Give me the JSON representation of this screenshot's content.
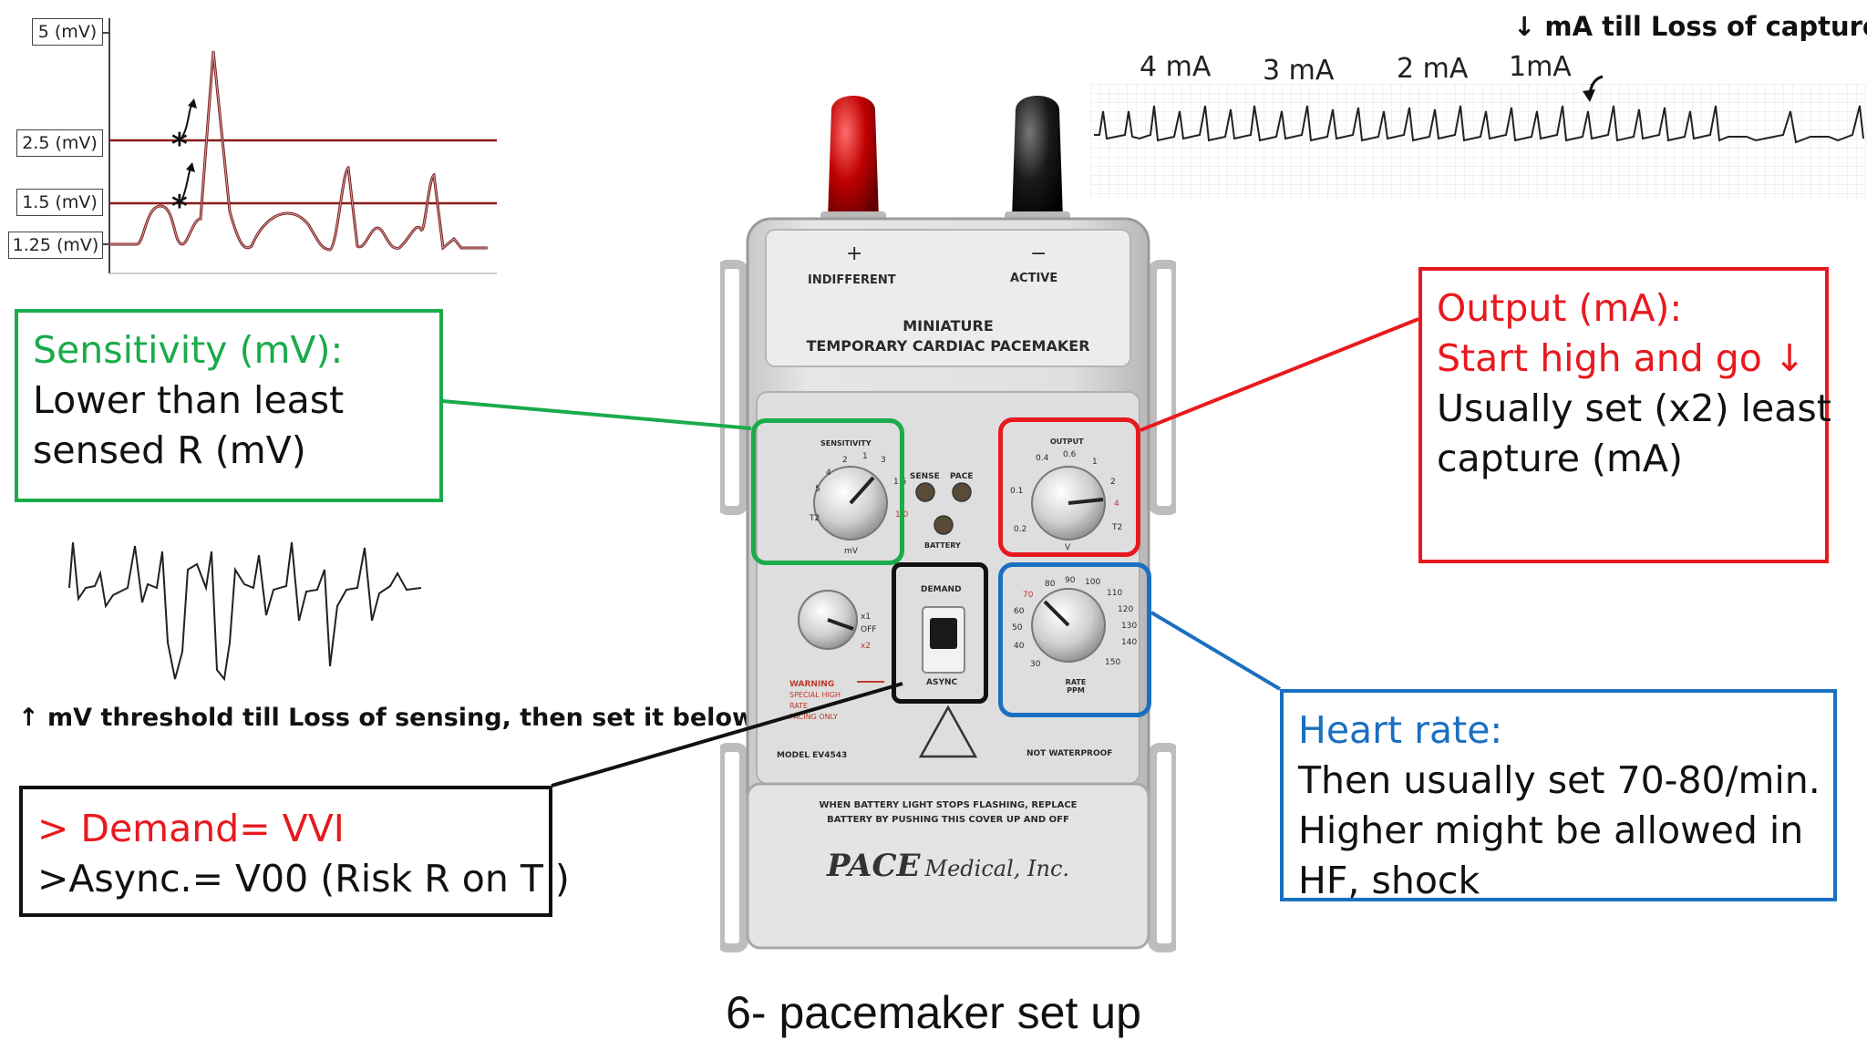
{
  "caption": "6- pacemaker set up",
  "sensing_chart": {
    "levels": [
      "5 (mV)",
      "2.5 (mV)",
      "1.5 (mV)",
      "1.25 (mV)"
    ],
    "star": "*"
  },
  "capture_strip": {
    "title": "↓ mA till Loss of capture",
    "labels": [
      "4 mA",
      "3 mA",
      "2 mA",
      "1mA"
    ]
  },
  "sensitivity_note": "↑ mV threshold till Loss of sensing, then set it below",
  "callouts": {
    "sensitivity": {
      "title": "Sensitivity (mV):",
      "body": [
        "Lower than least",
        "sensed R (mV)"
      ],
      "color": "#1aab4b"
    },
    "output": {
      "title": "Output (mA):",
      "subtitle": "Start high and go ↓",
      "body": [
        "Usually set (x2) least",
        "capture (mA)"
      ],
      "color": "#e8191e"
    },
    "heart_rate": {
      "title": "Heart rate:",
      "body": [
        "Then usually set 70-80/min.",
        "Higher might be allowed in",
        "HF, shock"
      ],
      "color": "#1a6fc0"
    },
    "mode": {
      "line1": "> Demand= VVI",
      "line2": ">Async.= V00 (Risk R on T )",
      "color": "#111111"
    }
  },
  "device": {
    "plus": "+",
    "minus": "−",
    "indifferent": "INDIFFERENT",
    "active": "ACTIVE",
    "title_line1": "MINIATURE",
    "title_line2": "TEMPORARY CARDIAC PACEMAKER",
    "sensitivity_label": "SENSITIVITY",
    "mv_label": "mV",
    "sense": "SENSE",
    "pace": "PACE",
    "battery": "BATTERY",
    "output_label": "OUTPUT",
    "v_label": "V",
    "demand": "DEMAND",
    "async": "ASYNC",
    "warning_lines": [
      "WARNING",
      "SPECIAL HIGH",
      "RATE",
      "PACING ONLY"
    ],
    "off": "OFF",
    "x1": "x1",
    "x2": "x2",
    "rate_label": "RATE PPM",
    "model": "MODEL EV4543",
    "not_waterproof": "NOT WATERPROOF",
    "battery_note_line1": "WHEN BATTERY LIGHT STOPS FLASHING, REPLACE",
    "battery_note_line2": "BATTERY BY PUSHING THIS COVER UP AND OFF",
    "brand": "PACE",
    "brand_rest": "Medical, Inc.",
    "sens_ticks": [
      "1",
      "2",
      "3",
      "4",
      "5",
      "1.5",
      "1.0",
      "T2"
    ],
    "output_ticks": [
      "0.4",
      "0.6",
      "1",
      "2",
      "4",
      "0.1",
      "0.2",
      "T2"
    ],
    "rate_ticks": [
      "80",
      "90",
      "100",
      "110",
      "120",
      "130",
      "140",
      "150",
      "70",
      "60",
      "50",
      "40",
      "30"
    ]
  }
}
